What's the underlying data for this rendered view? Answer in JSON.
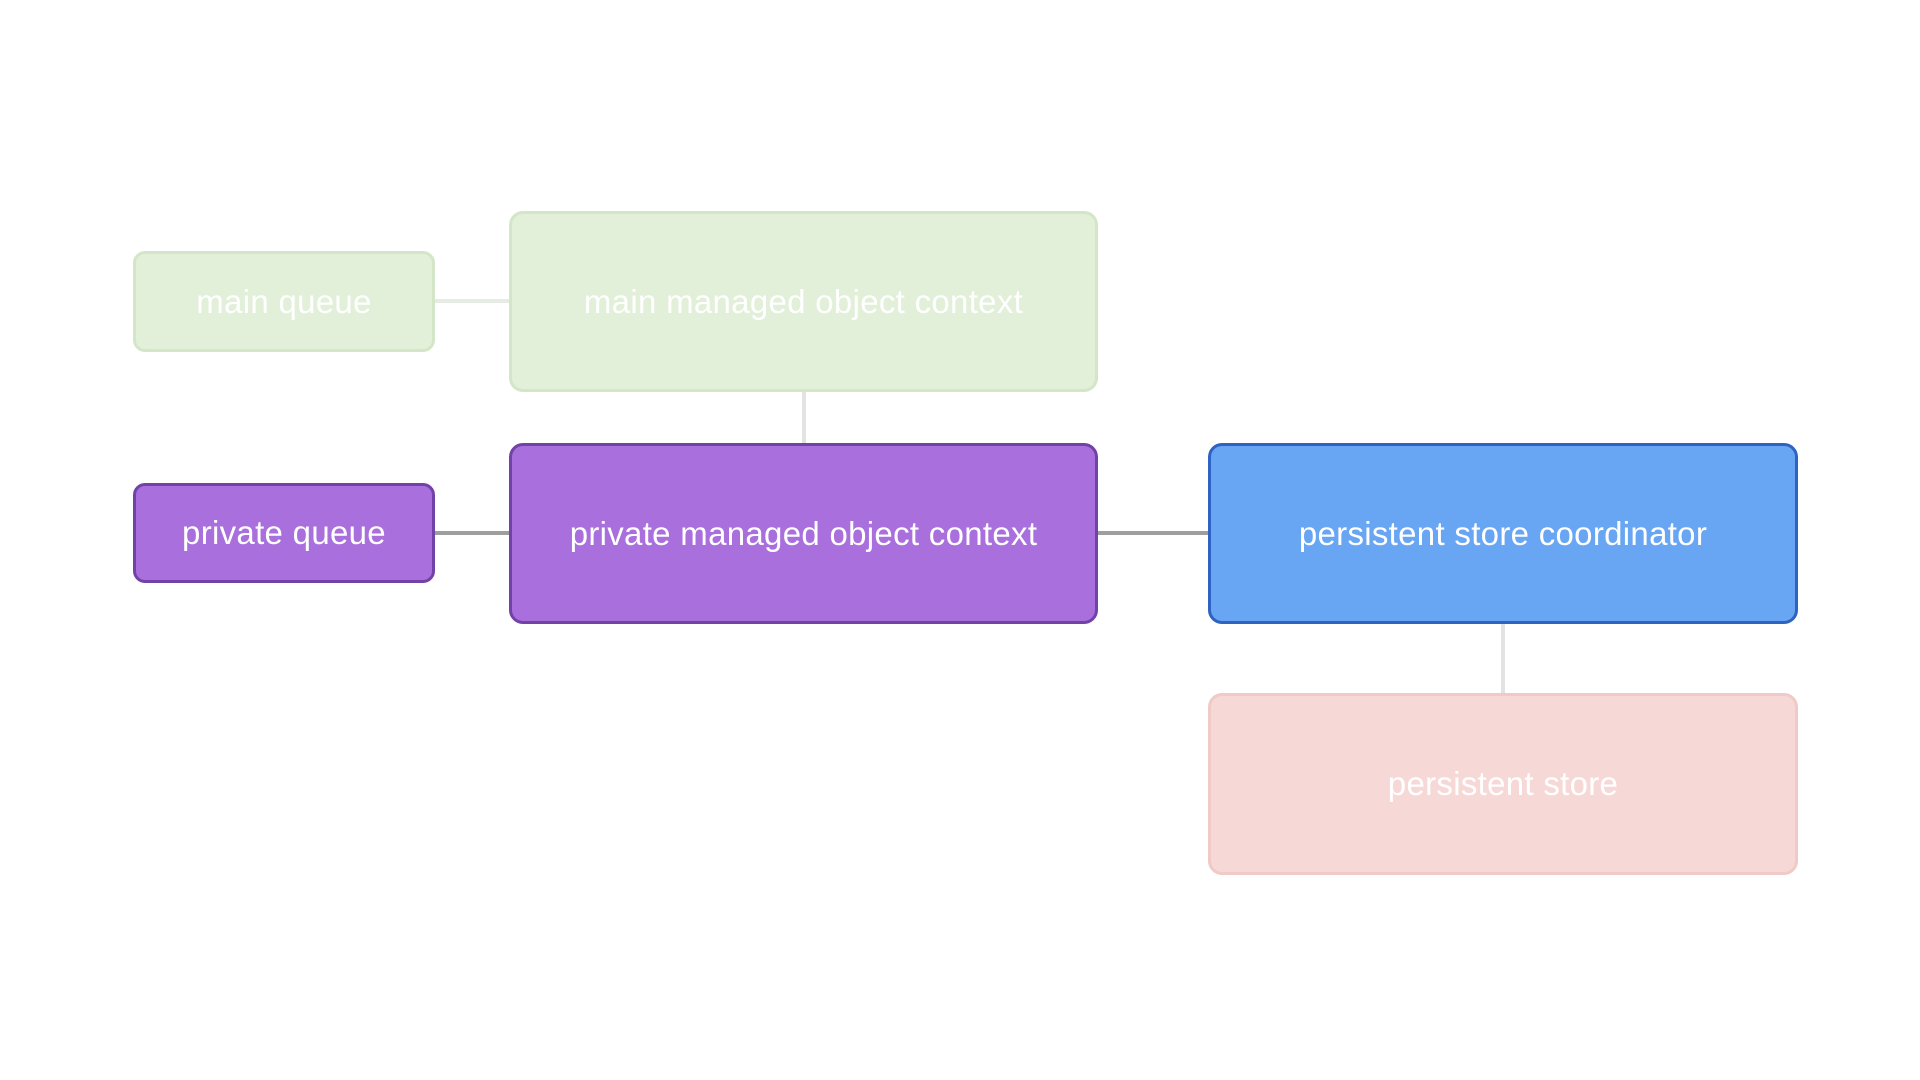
{
  "nodes": {
    "main_queue": {
      "label": "main queue"
    },
    "main_moc": {
      "label": "main managed object context"
    },
    "private_queue": {
      "label": "private queue"
    },
    "private_moc": {
      "label": "private managed object context"
    },
    "psc": {
      "label": "persistent store coordinator"
    },
    "persistent_store": {
      "label": "persistent store"
    }
  },
  "colors": {
    "faded_green_fill": "#e2efd9",
    "purple_fill": "#a86fdd",
    "purple_border": "#7342a6",
    "blue_fill": "#68a6f3",
    "blue_border": "#2f63c2",
    "faded_red_fill": "#f6d9d7",
    "active_connector": "#9e9e9e",
    "faded_connector": "#e3e3e3"
  }
}
